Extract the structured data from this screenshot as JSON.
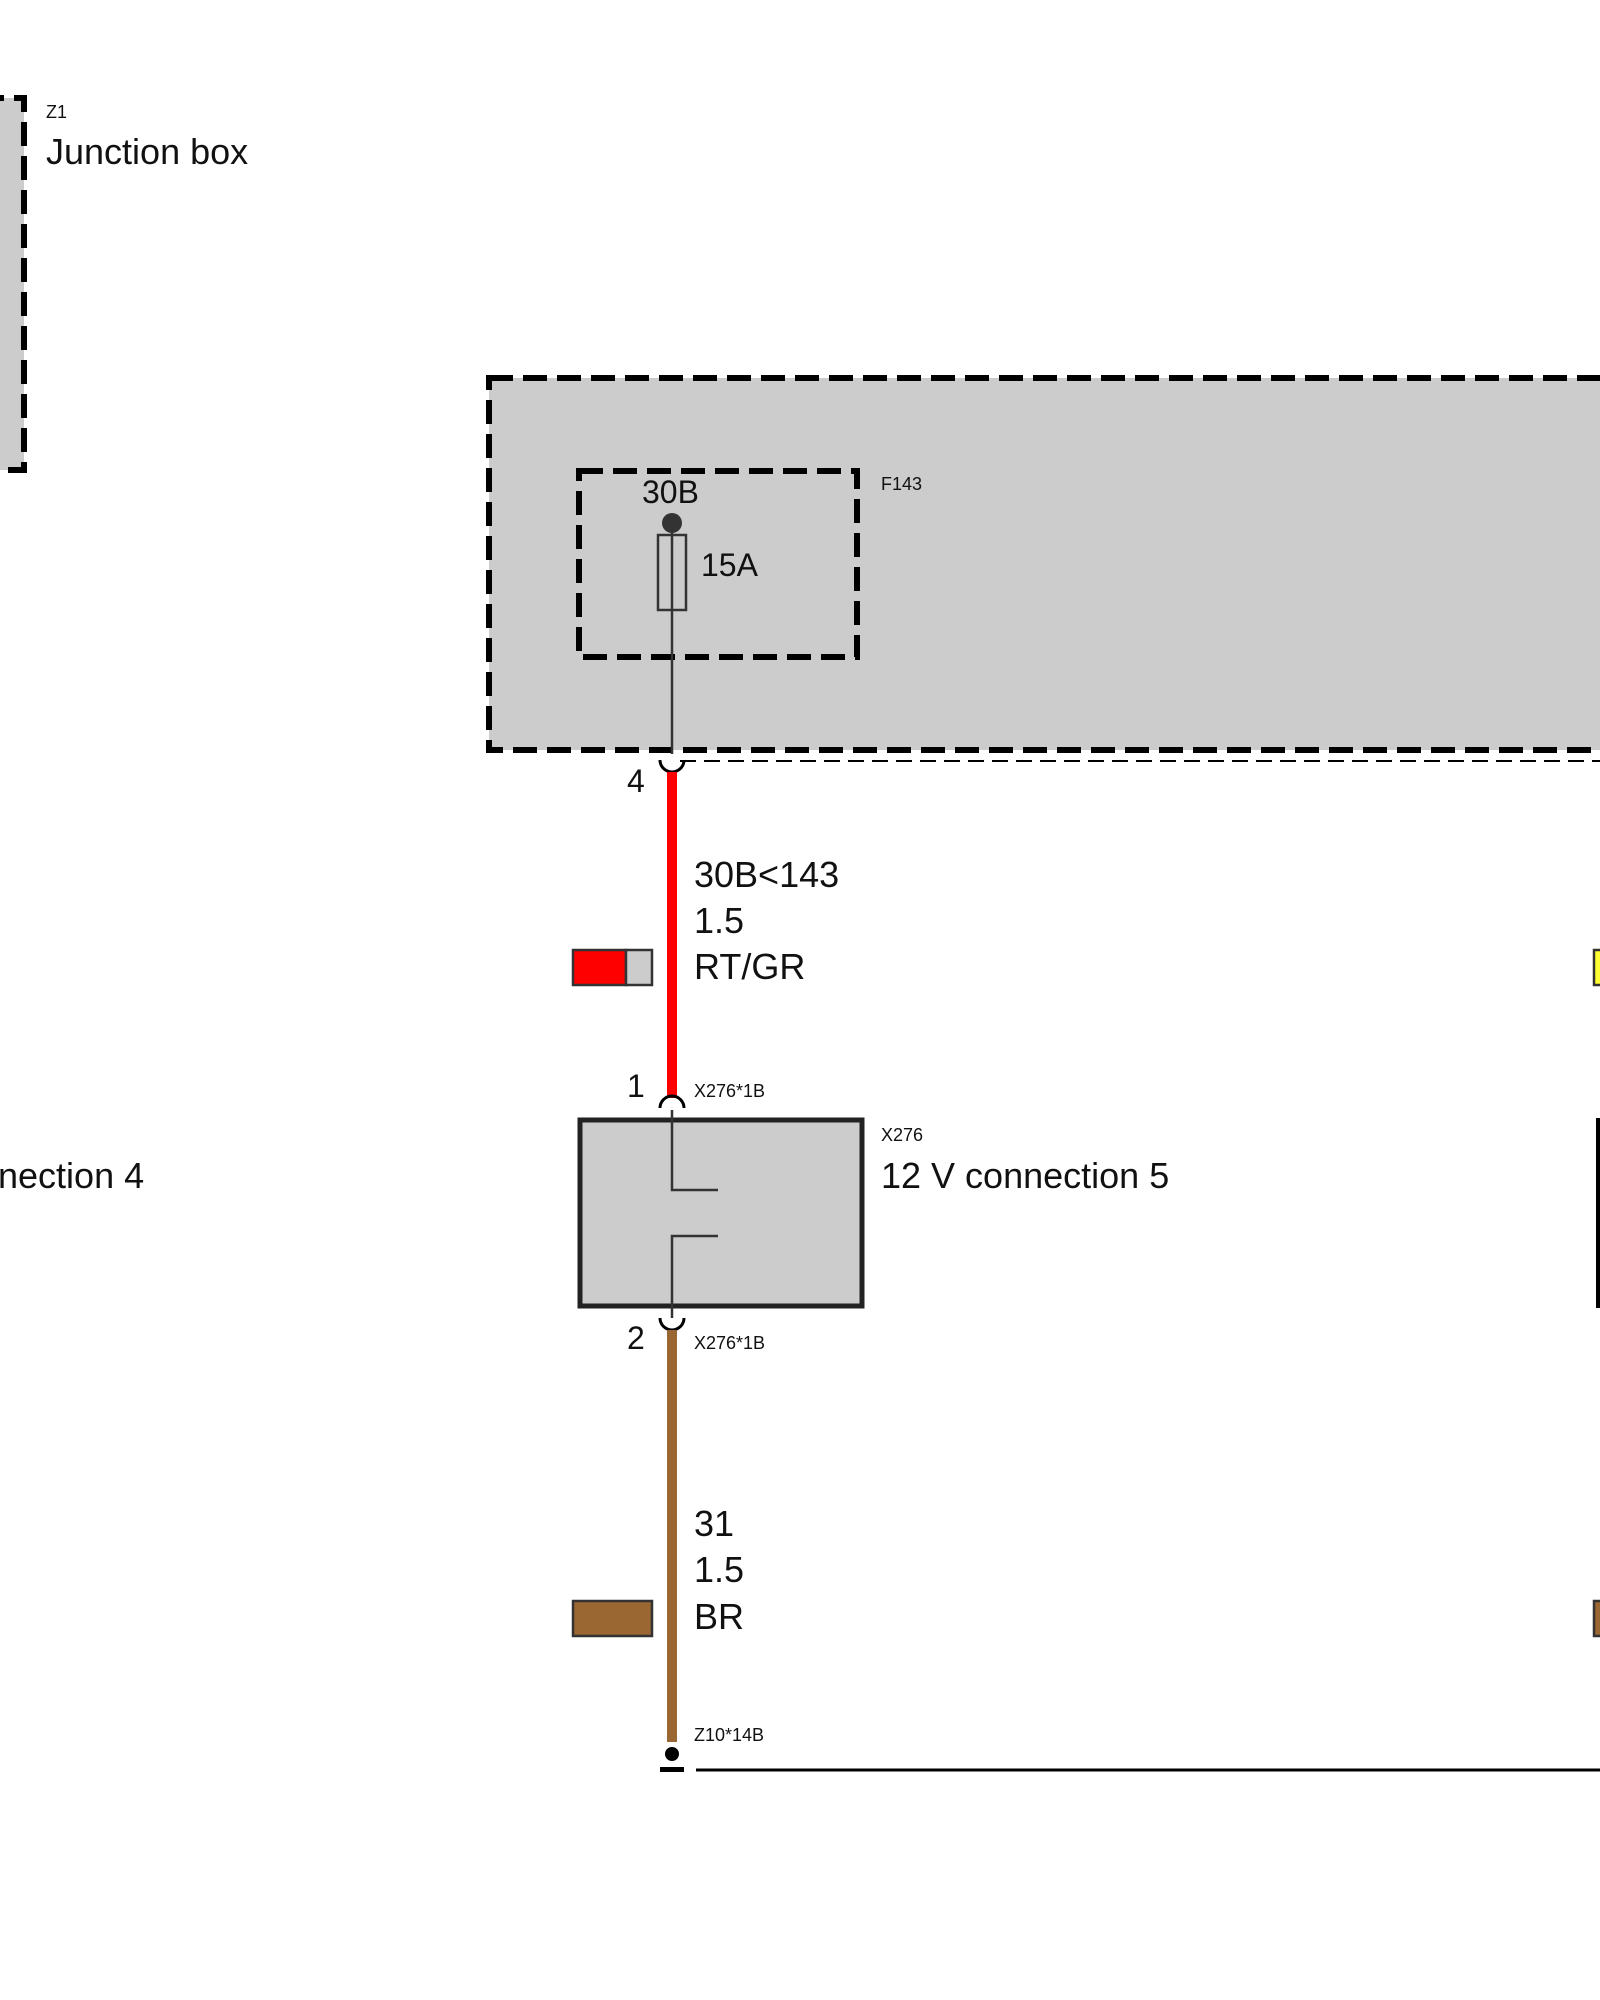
{
  "junction_box": {
    "id": "Z1",
    "name": "Junction box"
  },
  "left_connection": {
    "partial_name": "nection 4"
  },
  "fuse": {
    "id": "F143",
    "terminal": "30B",
    "rating": "15A",
    "pin": "4"
  },
  "wire_red": {
    "signal": "30B<143",
    "cross_section": "1.5",
    "color_code": "RT/GR",
    "colors": [
      "#ff0000",
      "#cccccc"
    ]
  },
  "connector": {
    "id": "X276",
    "name": "12 V connection 5",
    "pin_top": "1",
    "pin_top_ref": "X276*1B",
    "pin_bottom": "2",
    "pin_bottom_ref": "X276*1B"
  },
  "wire_brown": {
    "signal": "31",
    "cross_section": "1.5",
    "color_code": "BR",
    "colors": [
      "#9a6632"
    ]
  },
  "ground": {
    "ref": "Z10*14B"
  },
  "palette": {
    "box_fill": "#cccccc",
    "red_wire": "#ff0000",
    "brown_wire": "#9a6632",
    "yellow_swatch": "#ffff33"
  }
}
